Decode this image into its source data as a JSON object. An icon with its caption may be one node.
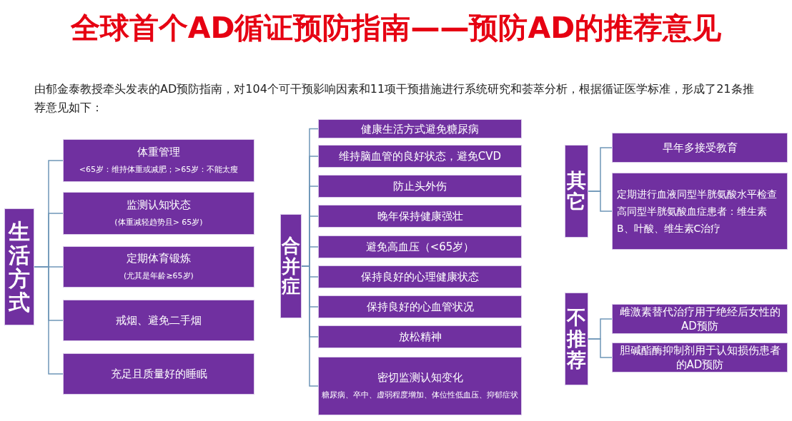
{
  "diagram": {
    "title": "全球首个AD循证预防指南——预防AD的推荐意见",
    "nodes": [
      {
        "text": [
          "生活方式"
        ]
      },
      {
        "text": [
          "体重管理",
          "<65岁：维持体重或减肥；>65岁：不能太瘦"
        ]
      },
      {
        "text": [
          "监测认知状态",
          "(体重减轻趋势且> 65岁)"
        ]
      },
      {
        "text": [
          "定期体育锻炼",
          "(尤其是年龄≥65岁)"
        ]
      },
      {
        "text": [
          "戒烟、避免二手烟"
        ]
      },
      {
        "text": [
          "充足且质量好的睡眠"
        ]
      },
      {
        "text": [
          "合并症"
        ]
      },
      {
        "text": [
          "健康生活方式避免糖尿病"
        ]
      },
      {
        "text": [
          "维持脑血管的良好状态，避免CVD"
        ]
      },
      {
        "text": [
          "防止头外伤"
        ]
      },
      {
        "text": [
          "晚年保持健康强壮"
        ]
      },
      {
        "text": [
          "避免高血压（<65岁）"
        ]
      },
      {
        "text": [
          "保持良好的心理健康状态"
        ]
      },
      {
        "text": [
          "保持良好的心血管状况"
        ]
      },
      {
        "text": [
          "放松精神"
        ]
      },
      {
        "text": [
          "密切监测认知变化",
          "糖尿病、卒中、虚弱程度增加、体位性低血压、抑郁症状"
        ]
      },
      {
        "text": [
          "其它"
        ]
      },
      {
        "text": [
          "早年多接受教育"
        ]
      },
      {
        "text": [
          "定期进行血液同型半胱氨酸水平检查",
          "高同型半胱氨酸血症患者：维生素B、叶酸、维生素C治疗"
        ]
      },
      {
        "text": [
          "不推荐"
        ]
      },
      {
        "text": [
          "雌激素替代治疗用于绝经后女性的AD预防"
        ]
      },
      {
        "text": [
          "胆碱酯酶抑制剂用于认知损伤患者的AD预防"
        ]
      }
    ],
    "edges": [
      {
        "from": 0,
        "to": 1,
        "arrow": "none"
      },
      {
        "from": 0,
        "to": 2,
        "arrow": "none"
      },
      {
        "from": 0,
        "to": 3,
        "arrow": "none"
      },
      {
        "from": 0,
        "to": 4,
        "arrow": "none"
      },
      {
        "from": 0,
        "to": 5,
        "arrow": "none"
      },
      {
        "from": 6,
        "to": 7,
        "arrow": "none"
      },
      {
        "from": 6,
        "to": 8,
        "arrow": "none"
      },
      {
        "from": 6,
        "to": 9,
        "arrow": "none"
      },
      {
        "from": 6,
        "to": 10,
        "arrow": "none"
      },
      {
        "from": 6,
        "to": 11,
        "arrow": "none"
      },
      {
        "from": 6,
        "to": 12,
        "arrow": "none"
      },
      {
        "from": 6,
        "to": 13,
        "arrow": "none"
      },
      {
        "from": 6,
        "to": 14,
        "arrow": "none"
      },
      {
        "from": 6,
        "to": 15,
        "arrow": "none"
      },
      {
        "from": 16,
        "to": 17,
        "arrow": "none"
      },
      {
        "from": 16,
        "to": 18,
        "arrow": "none"
      },
      {
        "from": 19,
        "to": 20,
        "arrow": "none"
      },
      {
        "from": 19,
        "to": 21,
        "arrow": "none"
      }
    ],
    "labels": [
      "由郁金泰教授牵头发表的AD预防指南，对104个可干预影响因素和11项干预措施进行系统研究和荟萃分析，根据循证医学标准，形成了21条推荐意见如下："
    ]
  }
}
